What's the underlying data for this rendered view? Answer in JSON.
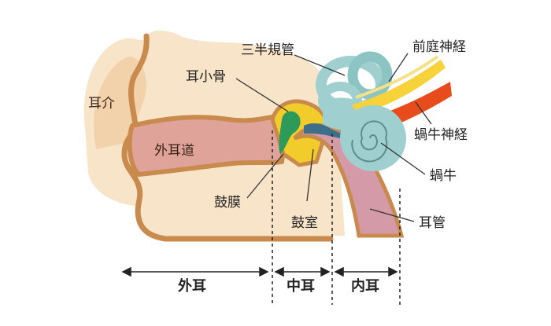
{
  "labels": {
    "auricle": "耳介",
    "semicircular_canals": "三半規管",
    "vestibular_nerve": "前庭神経",
    "ossicles": "耳小骨",
    "ear_canal": "外耳道",
    "cochlear_nerve": "蝸牛神経",
    "cochlea": "蝸牛",
    "eardrum": "鼓膜",
    "tympanic_cavity": "鼓室",
    "eustachian_tube": "耳管"
  },
  "regions": {
    "outer": "外耳",
    "middle": "中耳",
    "inner": "内耳"
  },
  "colors": {
    "skin": "#f8e4c8",
    "skin_shade": "#f1d2ab",
    "outline": "#c98a4e",
    "canal": "#dfa39a",
    "tube": "#d59aa8",
    "canal_teal": "#9fd0cf",
    "ossicle_green": "#2e9a5a",
    "ossicle_yellow": "#f2cc2a",
    "nerve_orange": "#e84c1d",
    "nerve_yellow": "#f7d23a"
  }
}
